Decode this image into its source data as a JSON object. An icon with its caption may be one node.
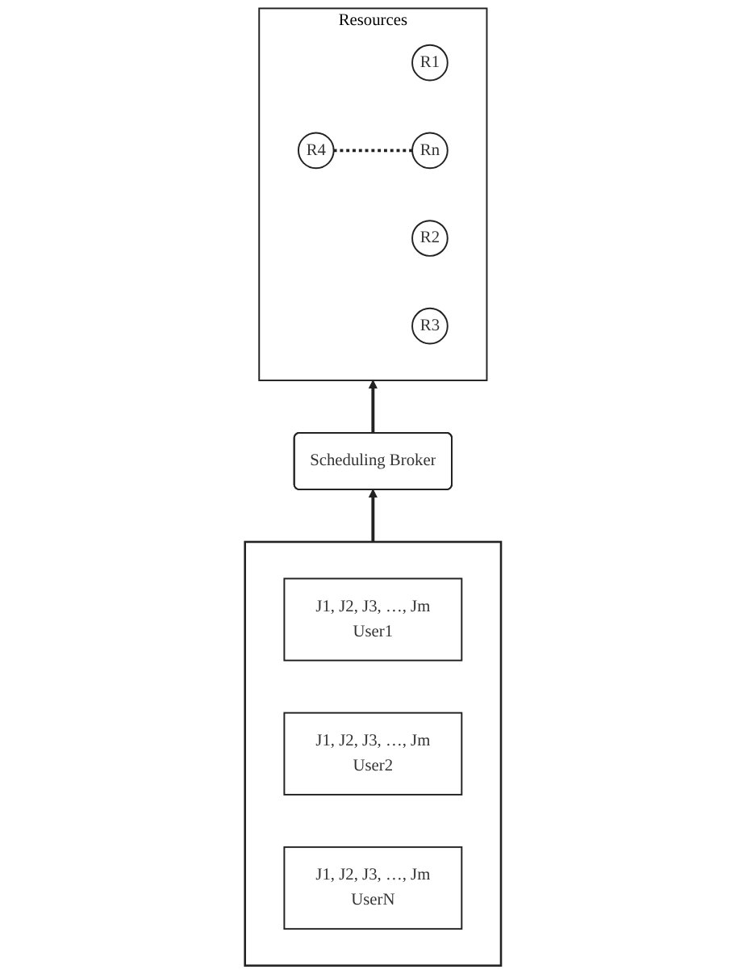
{
  "diagram": {
    "nodes": [
      {
        "text": [
          "Resources"
        ]
      },
      {
        "text": [
          "R1"
        ],
        "in": 0
      },
      {
        "text": [
          "R2"
        ],
        "in": 0
      },
      {
        "text": [
          "R3"
        ],
        "in": 0
      },
      {
        "text": [
          "R4"
        ],
        "in": 0
      },
      {
        "text": [
          "Rn"
        ],
        "in": 0
      },
      {
        "text": [
          "Scheduling Broker"
        ]
      },
      {
        "text": [],
        "shape": "box"
      },
      {
        "text": [
          "J1, J2, J3, …, Jm",
          "User1"
        ],
        "in": 7
      },
      {
        "text": [
          "J1, J2, J3, …, Jm",
          "User2"
        ],
        "in": 7
      },
      {
        "text": [
          "J1, J2, J3, …, Jm",
          "UserN"
        ],
        "in": 7
      }
    ],
    "edges": [
      {
        "from": 4,
        "to": 5,
        "arrow": "none",
        "style": "dashed"
      },
      {
        "from": 7,
        "to": 6,
        "arrow": "to"
      },
      {
        "from": 6,
        "to": 0,
        "arrow": "to"
      }
    ]
  }
}
